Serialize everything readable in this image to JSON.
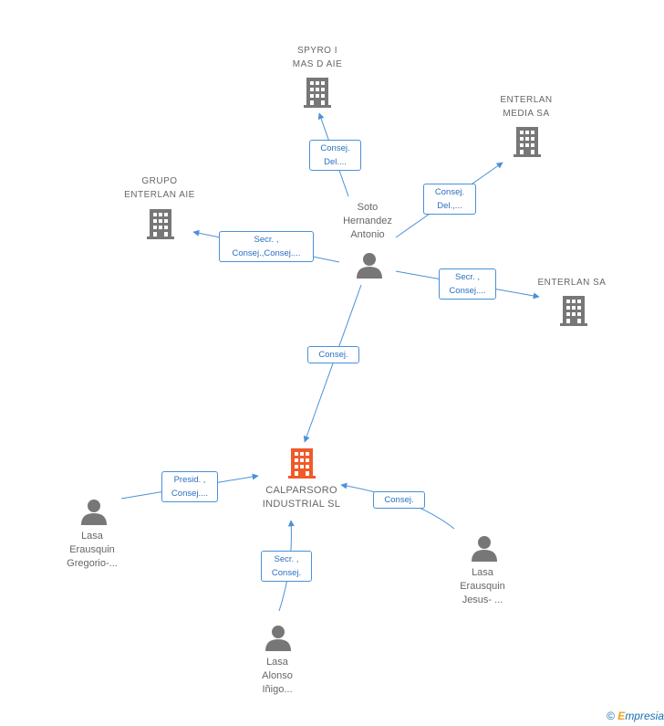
{
  "nodes": {
    "spyro": {
      "label": "SPYRO I\nMAS D AIE",
      "type": "company"
    },
    "enterlan_media": {
      "label": "ENTERLAN\nMEDIA SA",
      "type": "company"
    },
    "grupo_enterlan": {
      "label": "GRUPO\nENTERLAN AIE",
      "type": "company"
    },
    "enterlan_sa": {
      "label": "ENTERLAN SA",
      "type": "company"
    },
    "soto": {
      "label": "Soto\nHernandez\nAntonio",
      "type": "person"
    },
    "calparsoro": {
      "label": "CALPARSORO\nINDUSTRIAL SL",
      "type": "company-focus"
    },
    "lasa_gregorio": {
      "label": "Lasa\nErausquin\nGregorio-...",
      "type": "person"
    },
    "lasa_jesus": {
      "label": "Lasa\nErausquin\nJesus- ...",
      "type": "person"
    },
    "lasa_inigo": {
      "label": "Lasa\nAlonso\nIñigo...",
      "type": "person"
    }
  },
  "edges": {
    "soto_spyro": "Consej.\nDel....",
    "soto_enterlan_media": "Consej.\nDel.,...",
    "soto_grupo": "Secr. ,\nConsej.,Consej....",
    "soto_enterlan_sa": "Secr. ,\nConsej....",
    "soto_calparsoro": "Consej.",
    "gregorio_calparsoro": "Presid. ,\nConsej....",
    "jesus_calparsoro": "Consej.",
    "inigo_calparsoro": "Secr. ,\nConsej."
  },
  "icons": {
    "company": "building-icon",
    "person": "person-icon"
  },
  "colors": {
    "edge": "#4a90d9",
    "building": "#777777",
    "building_focus": "#f05a28",
    "person": "#777777"
  },
  "footer": {
    "copyright": "©",
    "brand_initial": "E",
    "brand_rest": "mpresia"
  }
}
